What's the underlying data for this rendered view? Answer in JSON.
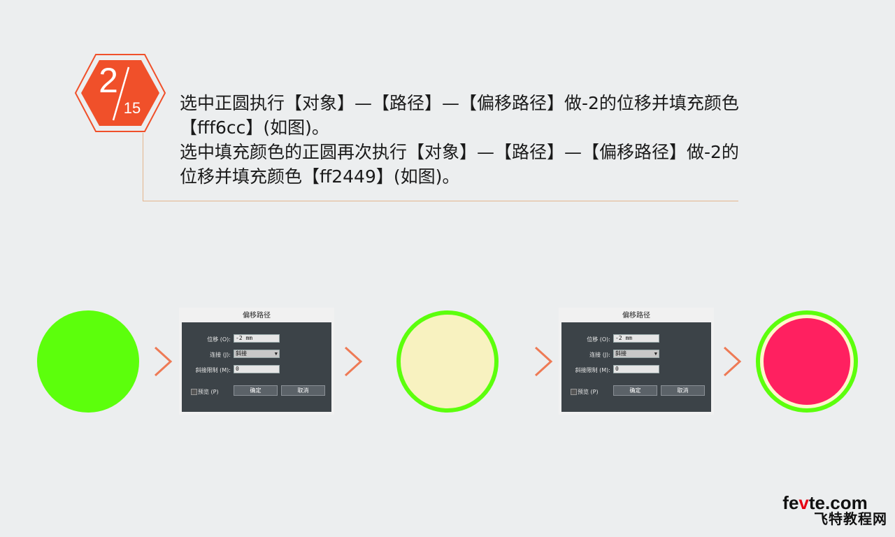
{
  "step": {
    "current": "2",
    "total": "15"
  },
  "instructions": [
    "选中正圆执行【对象】—【路径】—【偏移路径】做-2的位移并填充颜色【fff6cc】(如图)。",
    "选中填充颜色的正圆再次执行【对象】—【路径】—【偏移路径】做-2的位移并填充颜色【ff2449】(如图)。"
  ],
  "colors": {
    "accent_orange": "#f0502a",
    "green": "#5cff0c",
    "cream": "#fff6cc",
    "red": "#ff2449",
    "arrow": "#ee7a55"
  },
  "dialog": {
    "title": "偏移路径",
    "offset_label": "位移 (O):",
    "offset_value": "-2 mm",
    "join_label": "连接 (J):",
    "join_value": "斜接",
    "miter_label": "斜接限制 (M):",
    "miter_value": "0",
    "preview_label": "预览 (P)",
    "ok_label": "确定",
    "cancel_label": "取消"
  },
  "watermark": {
    "part1": "fe",
    "part2": "v",
    "part3": "te.com",
    "cn": "飞特教程网"
  }
}
